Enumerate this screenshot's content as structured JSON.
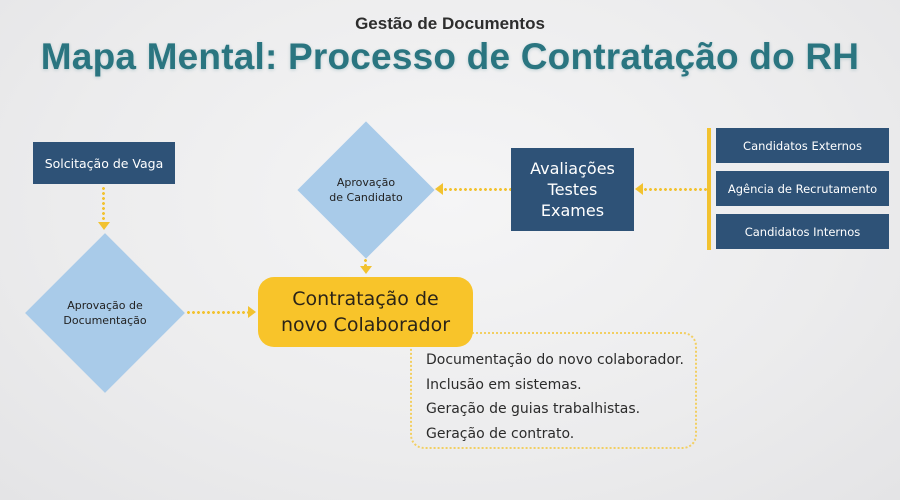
{
  "header": {
    "subtitle": "Gestão de Documentos",
    "title": "Mapa Mental: Processo de Contratação do RH"
  },
  "nodes": {
    "solicitacao": "Solcitação de Vaga",
    "aprovacao_documentacao": {
      "line1": "Aprovação de",
      "line2": "Documentação"
    },
    "aprovacao_candidato": {
      "line1": "Aprovação",
      "line2": "de Candidato"
    },
    "avaliacoes": {
      "line1": "Avaliações",
      "line2": "Testes",
      "line3": "Exames"
    },
    "sources": [
      "Candidatos Externos",
      "Agência de Recrutamento",
      "Candidatos Internos"
    ],
    "central": {
      "line1": "Contratação de",
      "line2": "novo Colaborador"
    }
  },
  "notes": [
    "Documentação do novo colaborador.",
    "Inclusão em sistemas.",
    "Geração de guias trabalhistas.",
    "Geração de contrato."
  ],
  "colors": {
    "title": "#2a7580",
    "dark_box": "#2e5277",
    "diamond": "#a9cbe9",
    "accent_yellow": "#f8c42a",
    "connector": "#f2c230"
  }
}
